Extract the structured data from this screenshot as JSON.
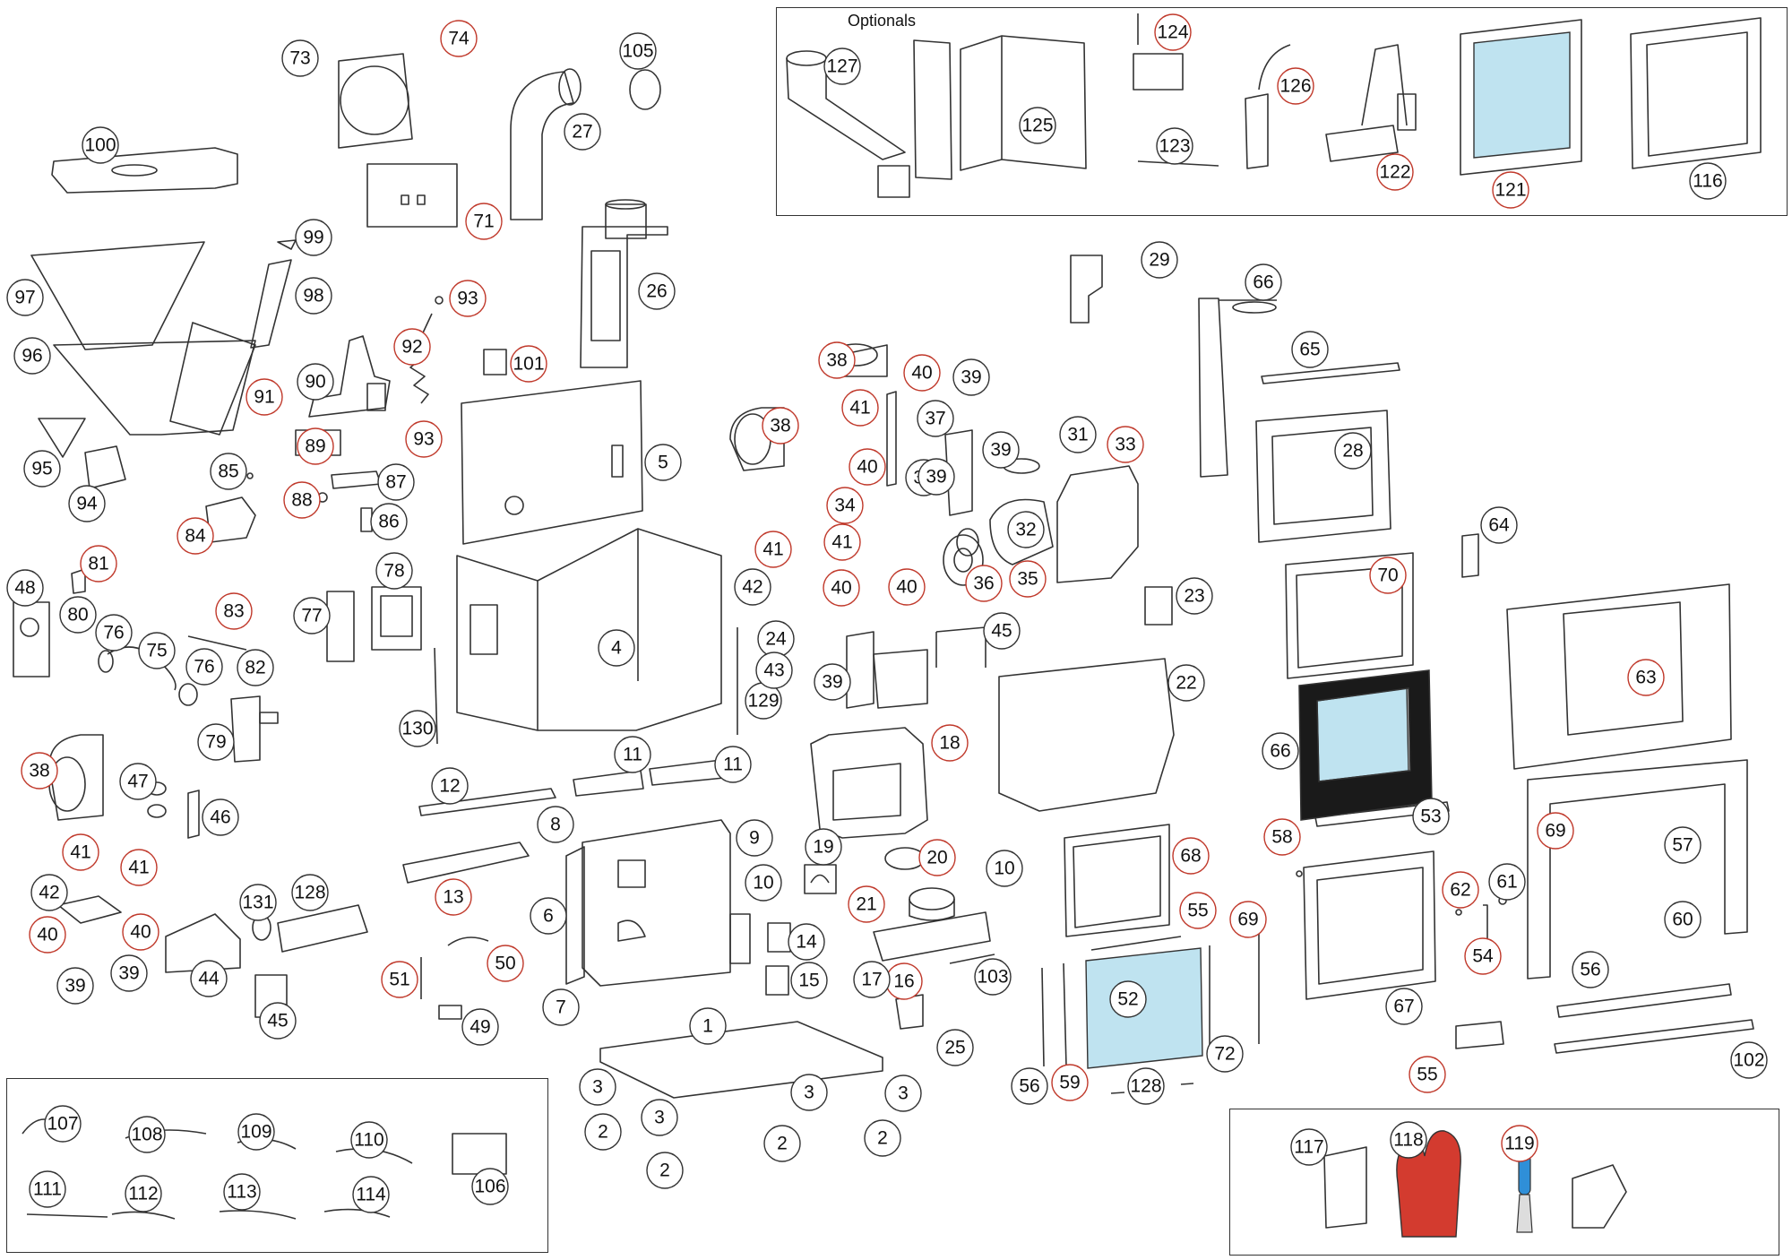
{
  "optionals_title": "Optionals",
  "colors": {
    "line": "#333333",
    "plain_circle": "#333333",
    "red_circle": "#c0392b",
    "glass": "#bfe3f0",
    "glove": "#d33b2f",
    "brush_handle": "#2f8fd8"
  },
  "labels": [
    {
      "n": "73",
      "red": false
    },
    {
      "n": "74",
      "red": true
    },
    {
      "n": "105",
      "red": false
    },
    {
      "n": "27",
      "red": false
    },
    {
      "n": "100",
      "red": false
    },
    {
      "n": "71",
      "red": true
    },
    {
      "n": "99",
      "red": false
    },
    {
      "n": "97",
      "red": false
    },
    {
      "n": "98",
      "red": false
    },
    {
      "n": "26",
      "red": false
    },
    {
      "n": "93",
      "red": true
    },
    {
      "n": "92",
      "red": true
    },
    {
      "n": "101",
      "red": true
    },
    {
      "n": "93",
      "red": true
    },
    {
      "n": "96",
      "red": false
    },
    {
      "n": "90",
      "red": false
    },
    {
      "n": "91",
      "red": true
    },
    {
      "n": "89",
      "red": true
    },
    {
      "n": "5",
      "red": false
    },
    {
      "n": "95",
      "red": false
    },
    {
      "n": "94",
      "red": false
    },
    {
      "n": "85",
      "red": false
    },
    {
      "n": "88",
      "red": true
    },
    {
      "n": "87",
      "red": false
    },
    {
      "n": "86",
      "red": false
    },
    {
      "n": "84",
      "red": true
    },
    {
      "n": "81",
      "red": true
    },
    {
      "n": "78",
      "red": false
    },
    {
      "n": "48",
      "red": false
    },
    {
      "n": "80",
      "red": false
    },
    {
      "n": "76",
      "red": false
    },
    {
      "n": "75",
      "red": false
    },
    {
      "n": "83",
      "red": true
    },
    {
      "n": "77",
      "red": false
    },
    {
      "n": "4",
      "red": false
    },
    {
      "n": "76",
      "red": false
    },
    {
      "n": "82",
      "red": false
    },
    {
      "n": "79",
      "red": false
    },
    {
      "n": "130",
      "red": false
    },
    {
      "n": "129",
      "red": false
    },
    {
      "n": "38",
      "red": true
    },
    {
      "n": "47",
      "red": false
    },
    {
      "n": "46",
      "red": false
    },
    {
      "n": "12",
      "red": false
    },
    {
      "n": "11",
      "red": false
    },
    {
      "n": "11",
      "red": false
    },
    {
      "n": "41",
      "red": true
    },
    {
      "n": "41",
      "red": true
    },
    {
      "n": "42",
      "red": false
    },
    {
      "n": "8",
      "red": false
    },
    {
      "n": "9",
      "red": false
    },
    {
      "n": "13",
      "red": true
    },
    {
      "n": "40",
      "red": true
    },
    {
      "n": "40",
      "red": true
    },
    {
      "n": "131",
      "red": false
    },
    {
      "n": "128",
      "red": false
    },
    {
      "n": "39",
      "red": false
    },
    {
      "n": "39",
      "red": false
    },
    {
      "n": "44",
      "red": false
    },
    {
      "n": "6",
      "red": false
    },
    {
      "n": "10",
      "red": false
    },
    {
      "n": "51",
      "red": true
    },
    {
      "n": "50",
      "red": true
    },
    {
      "n": "45",
      "red": false
    },
    {
      "n": "49",
      "red": false
    },
    {
      "n": "7",
      "red": false
    },
    {
      "n": "14",
      "red": false
    },
    {
      "n": "15",
      "red": false
    },
    {
      "n": "1",
      "red": false
    },
    {
      "n": "107",
      "red": false
    },
    {
      "n": "108",
      "red": false
    },
    {
      "n": "109",
      "red": false
    },
    {
      "n": "110",
      "red": false
    },
    {
      "n": "106",
      "red": false
    },
    {
      "n": "111",
      "red": false
    },
    {
      "n": "112",
      "red": false
    },
    {
      "n": "113",
      "red": false
    },
    {
      "n": "114",
      "red": false
    },
    {
      "n": "3",
      "red": false
    },
    {
      "n": "2",
      "red": false
    },
    {
      "n": "3",
      "red": false
    },
    {
      "n": "2",
      "red": false
    },
    {
      "n": "3",
      "red": false
    },
    {
      "n": "2",
      "red": false
    },
    {
      "n": "3",
      "red": false
    },
    {
      "n": "2",
      "red": false
    },
    {
      "n": "38",
      "red": true
    },
    {
      "n": "40",
      "red": true
    },
    {
      "n": "39",
      "red": false
    },
    {
      "n": "41",
      "red": true
    },
    {
      "n": "37",
      "red": false
    },
    {
      "n": "38",
      "red": true
    },
    {
      "n": "40",
      "red": true
    },
    {
      "n": "30",
      "red": false
    },
    {
      "n": "39",
      "red": false
    },
    {
      "n": "31",
      "red": false
    },
    {
      "n": "33",
      "red": true
    },
    {
      "n": "34",
      "red": true
    },
    {
      "n": "41",
      "red": true
    },
    {
      "n": "41",
      "red": true
    },
    {
      "n": "42",
      "red": false
    },
    {
      "n": "40",
      "red": true
    },
    {
      "n": "40",
      "red": true
    },
    {
      "n": "36",
      "red": true
    },
    {
      "n": "35",
      "red": true
    },
    {
      "n": "32",
      "red": false
    },
    {
      "n": "24",
      "red": false
    },
    {
      "n": "39",
      "red": false
    },
    {
      "n": "39",
      "red": false
    },
    {
      "n": "23",
      "red": false
    },
    {
      "n": "43",
      "red": false
    },
    {
      "n": "45",
      "red": false
    },
    {
      "n": "22",
      "red": false
    },
    {
      "n": "18",
      "red": true
    },
    {
      "n": "19",
      "red": false
    },
    {
      "n": "20",
      "red": true
    },
    {
      "n": "10",
      "red": false
    },
    {
      "n": "21",
      "red": true
    },
    {
      "n": "16",
      "red": true
    },
    {
      "n": "17",
      "red": false
    },
    {
      "n": "103",
      "red": false
    },
    {
      "n": "25",
      "red": false
    },
    {
      "n": "29",
      "red": false
    },
    {
      "n": "66",
      "red": false
    },
    {
      "n": "65",
      "red": false
    },
    {
      "n": "28",
      "red": false
    },
    {
      "n": "64",
      "red": false
    },
    {
      "n": "70",
      "red": true
    },
    {
      "n": "63",
      "red": true
    },
    {
      "n": "66",
      "red": false
    },
    {
      "n": "53",
      "red": false
    },
    {
      "n": "58",
      "red": true
    },
    {
      "n": "68",
      "red": true
    },
    {
      "n": "69",
      "red": true
    },
    {
      "n": "57",
      "red": false
    },
    {
      "n": "55",
      "red": true
    },
    {
      "n": "62",
      "red": true
    },
    {
      "n": "61",
      "red": false
    },
    {
      "n": "69",
      "red": true
    },
    {
      "n": "60",
      "red": false
    },
    {
      "n": "54",
      "red": true
    },
    {
      "n": "52",
      "red": false
    },
    {
      "n": "67",
      "red": false
    },
    {
      "n": "56",
      "red": false
    },
    {
      "n": "72",
      "red": false
    },
    {
      "n": "102",
      "red": false
    },
    {
      "n": "55",
      "red": true
    },
    {
      "n": "56",
      "red": false
    },
    {
      "n": "59",
      "red": true
    },
    {
      "n": "128",
      "red": false
    },
    {
      "n": "127",
      "red": false
    },
    {
      "n": "125",
      "red": false
    },
    {
      "n": "124",
      "red": true
    },
    {
      "n": "126",
      "red": true
    },
    {
      "n": "123",
      "red": false
    },
    {
      "n": "122",
      "red": true
    },
    {
      "n": "121",
      "red": true
    },
    {
      "n": "116",
      "red": false
    },
    {
      "n": "117",
      "red": false
    },
    {
      "n": "118",
      "red": false
    },
    {
      "n": "119",
      "red": true
    }
  ]
}
